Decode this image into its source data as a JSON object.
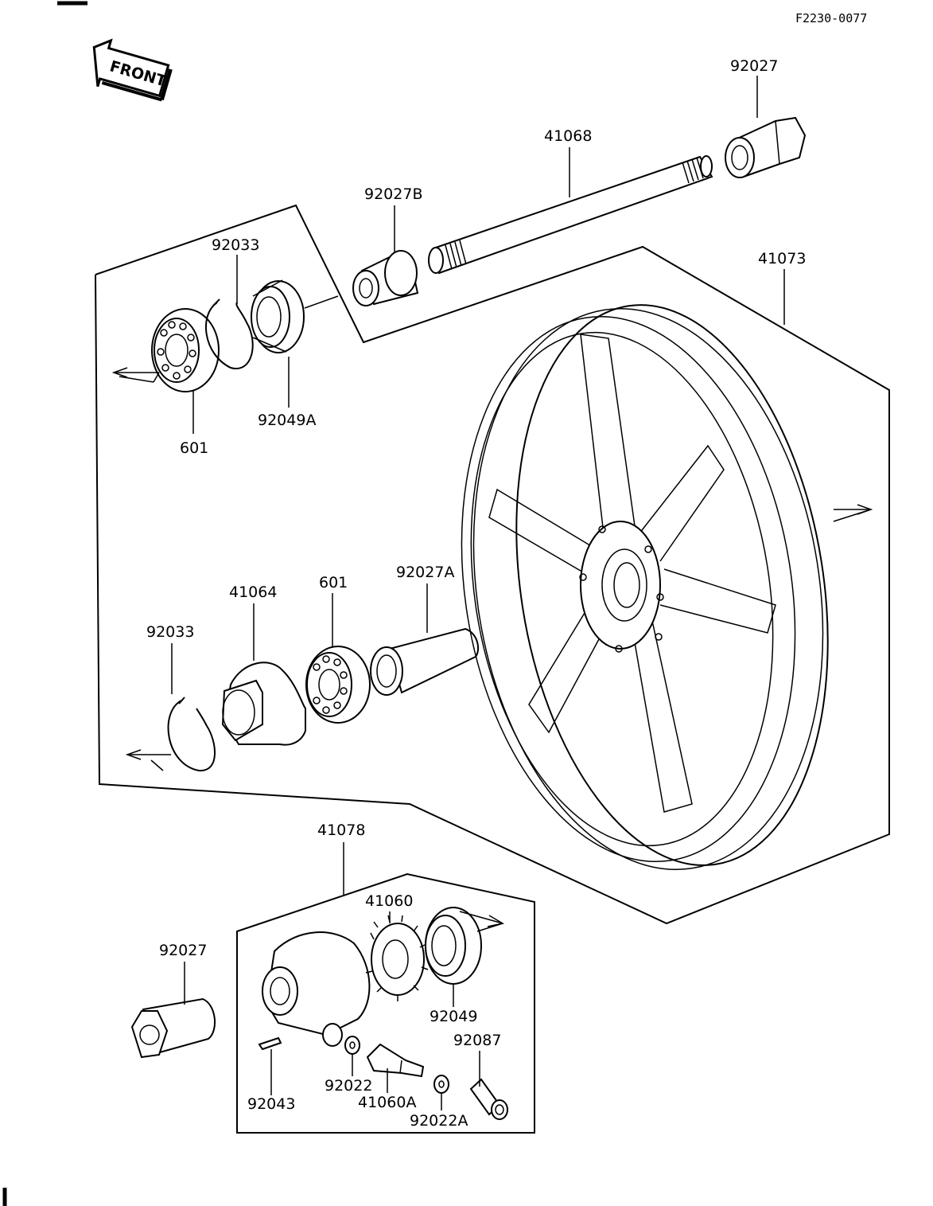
{
  "figure_code": "F2230-0077",
  "direction_label": "FRONT",
  "callouts": [
    {
      "id": "92027_axle_nut",
      "text": "92027"
    },
    {
      "id": "41068",
      "text": "41068"
    },
    {
      "id": "92027B",
      "text": "92027B"
    },
    {
      "id": "41073",
      "text": "41073"
    },
    {
      "id": "92033_upper",
      "text": "92033"
    },
    {
      "id": "92049A",
      "text": "92049A"
    },
    {
      "id": "601_upper",
      "text": "601"
    },
    {
      "id": "41064",
      "text": "41064"
    },
    {
      "id": "601_lower",
      "text": "601"
    },
    {
      "id": "92027A",
      "text": "92027A"
    },
    {
      "id": "92033_lower",
      "text": "92033"
    },
    {
      "id": "41078",
      "text": "41078"
    },
    {
      "id": "41060",
      "text": "41060"
    },
    {
      "id": "92027_lower",
      "text": "92027"
    },
    {
      "id": "92049",
      "text": "92049"
    },
    {
      "id": "92087",
      "text": "92087"
    },
    {
      "id": "92022",
      "text": "92022"
    },
    {
      "id": "92043",
      "text": "92043"
    },
    {
      "id": "41060A",
      "text": "41060A"
    },
    {
      "id": "92022A",
      "text": "92022A"
    }
  ]
}
